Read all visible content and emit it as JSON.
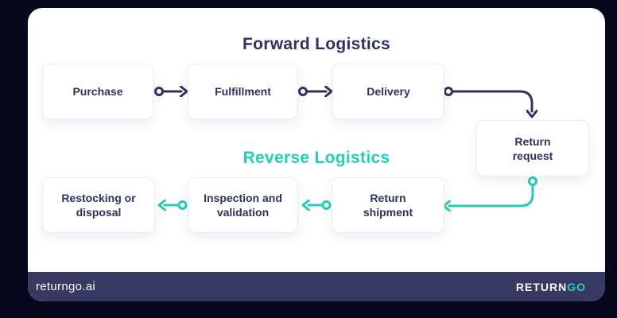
{
  "diagram": {
    "forward": {
      "title": "Forward Logistics",
      "color": "#2d3263",
      "steps": [
        "Purchase",
        "Fulfillment",
        "Delivery",
        "Return\nrequest"
      ]
    },
    "reverse": {
      "title": "Reverse Logistics",
      "color": "#25cdbb",
      "steps": [
        "Return\nshipment",
        "Inspection and\nvalidation",
        "Restocking or\ndisposal"
      ]
    }
  },
  "footer": {
    "website": "returngo.ai",
    "logo": {
      "return": "RETURN",
      "go": "GO"
    }
  },
  "colors": {
    "page_bg": "#08081d",
    "card_bg": "#ffffff",
    "navy": "#2d3263",
    "teal": "#25cdbb",
    "footer_bg": "#373b63",
    "node_border": "#ececf4"
  }
}
